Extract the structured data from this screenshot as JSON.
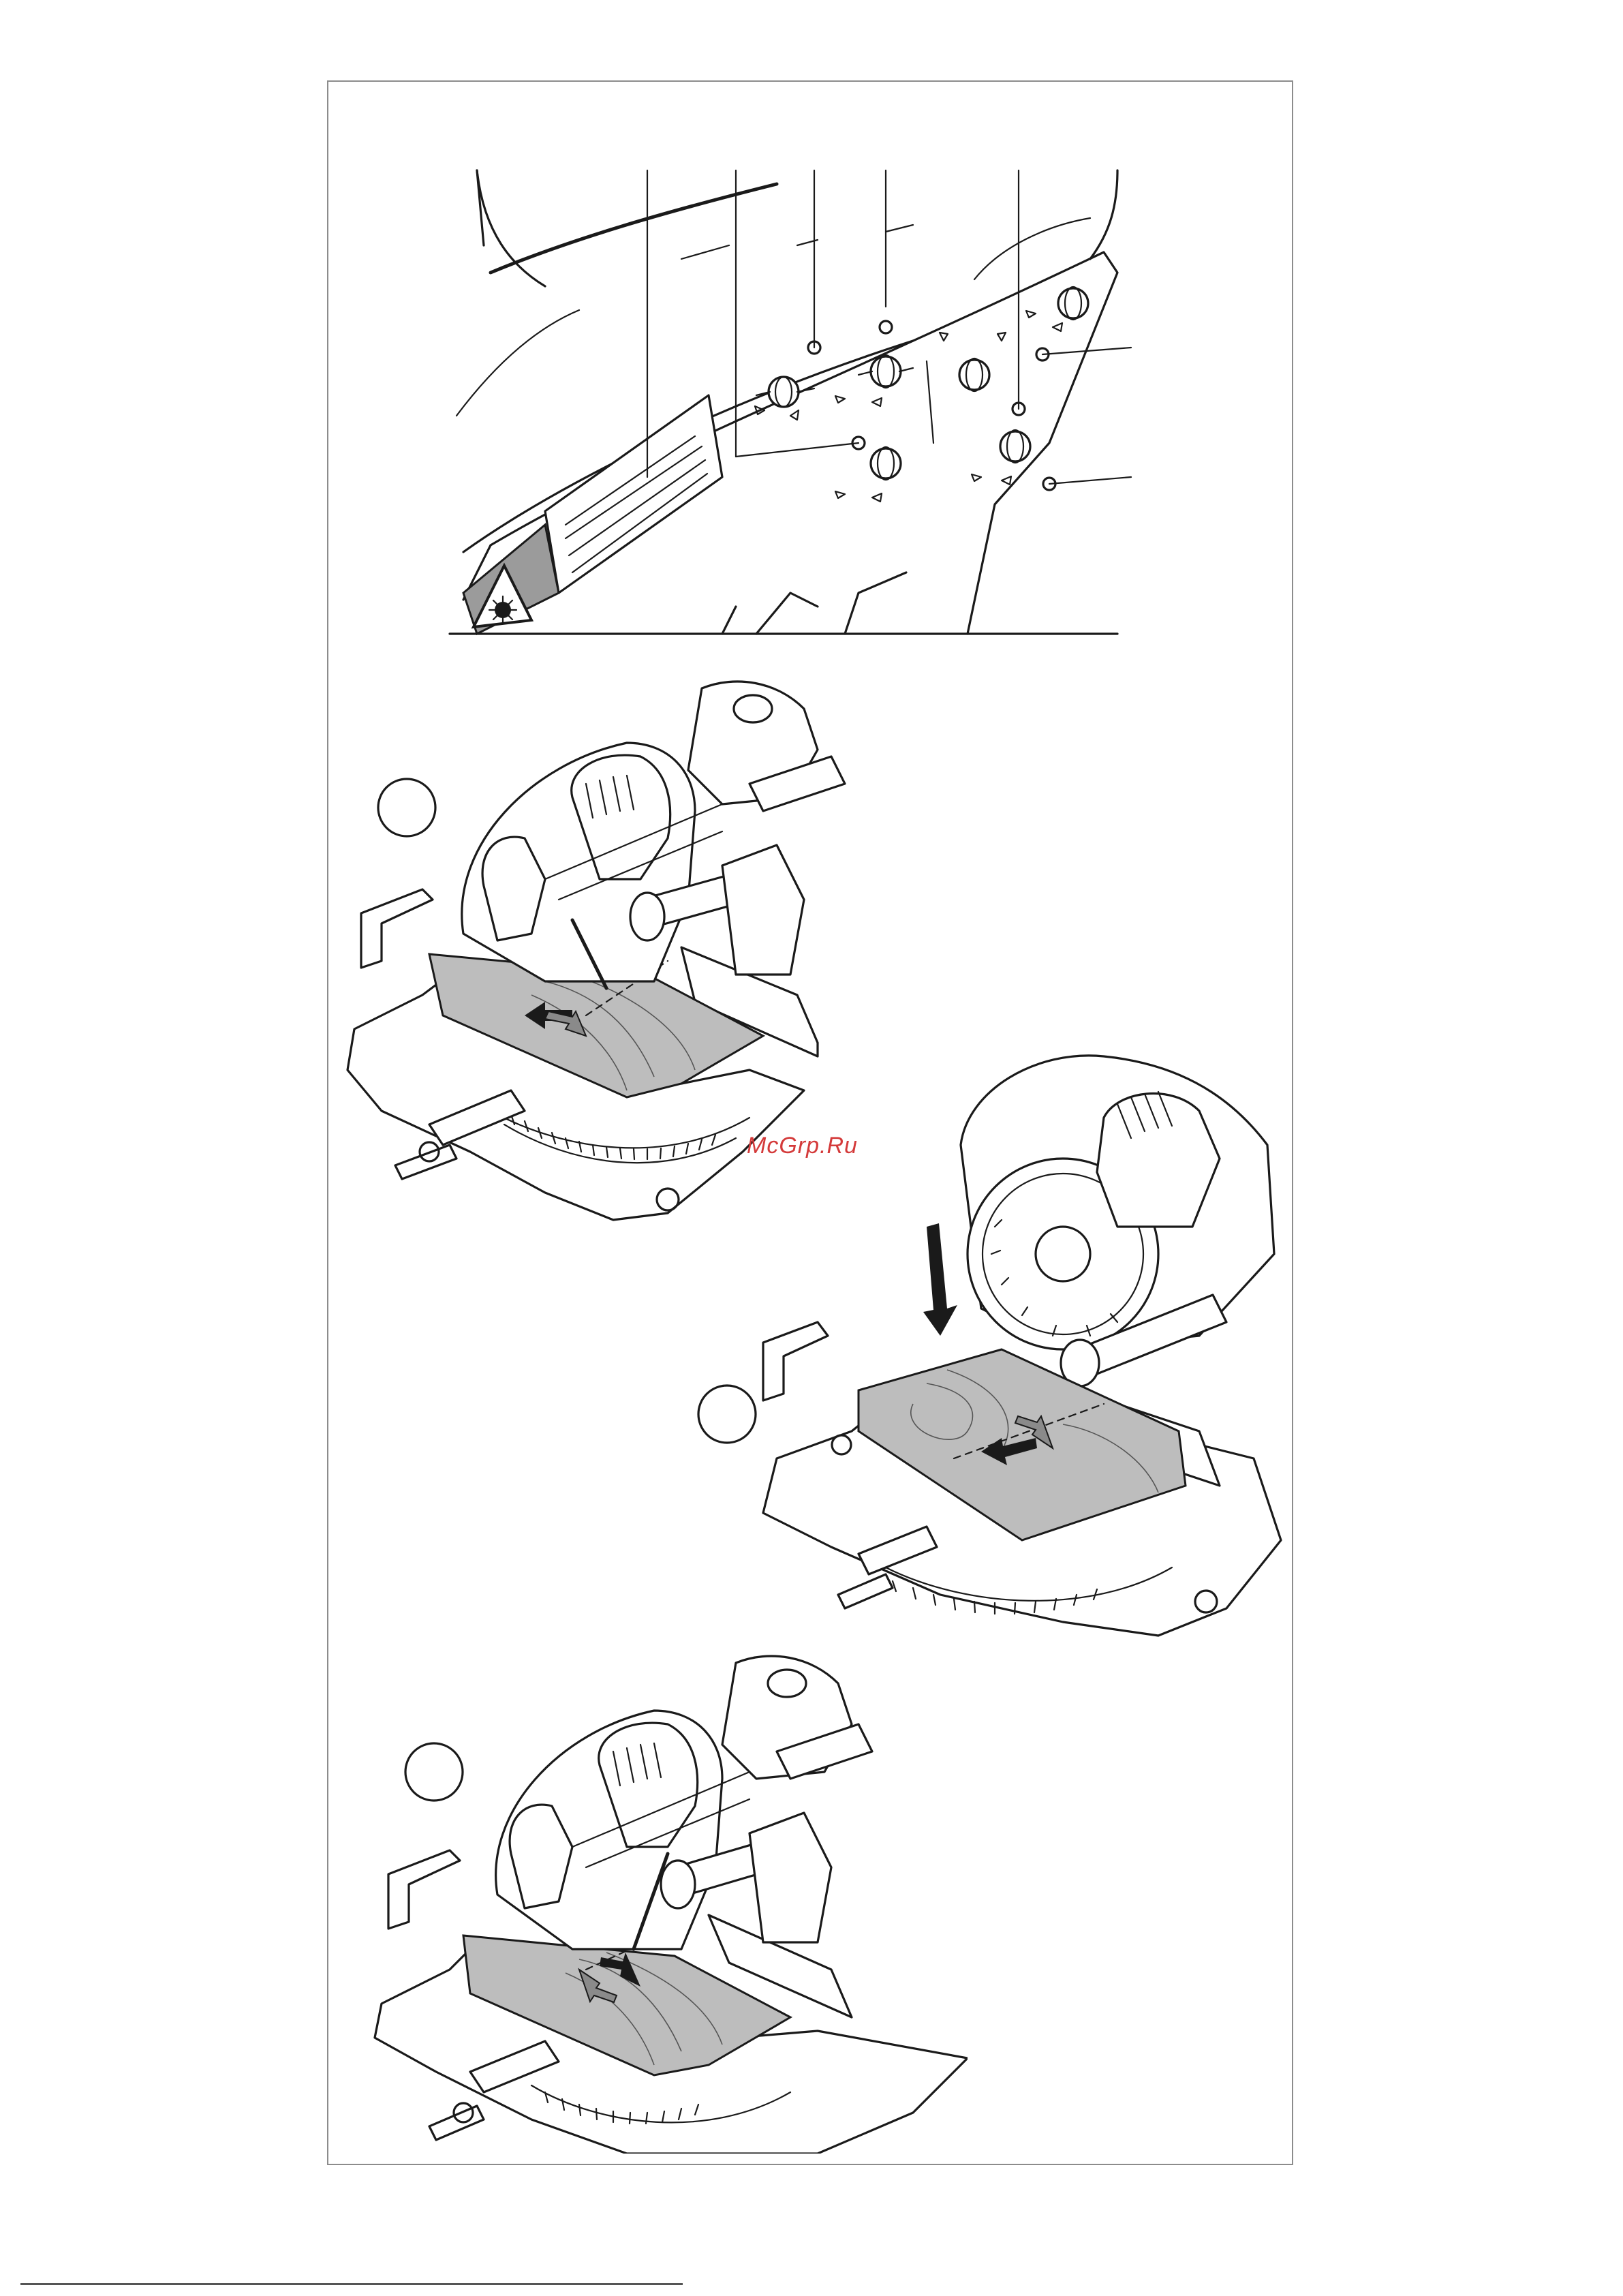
{
  "page": {
    "watermark": "McGrp.Ru"
  },
  "figures": [
    {
      "id": "laser-control-panel",
      "label": ""
    },
    {
      "id": "saw-view-1",
      "label": ""
    },
    {
      "id": "saw-view-2",
      "label": ""
    },
    {
      "id": "saw-view-3",
      "label": ""
    }
  ],
  "icons": {
    "warning": "laser-warning-icon",
    "adjust": "adjustment-screw-icon",
    "arrow": "direction-arrow-icon"
  },
  "colors": {
    "ink": "#1a1a1a",
    "wood": "#bdbdbd",
    "frame": "#8c8c8c",
    "watermark": "#d43a3a"
  }
}
